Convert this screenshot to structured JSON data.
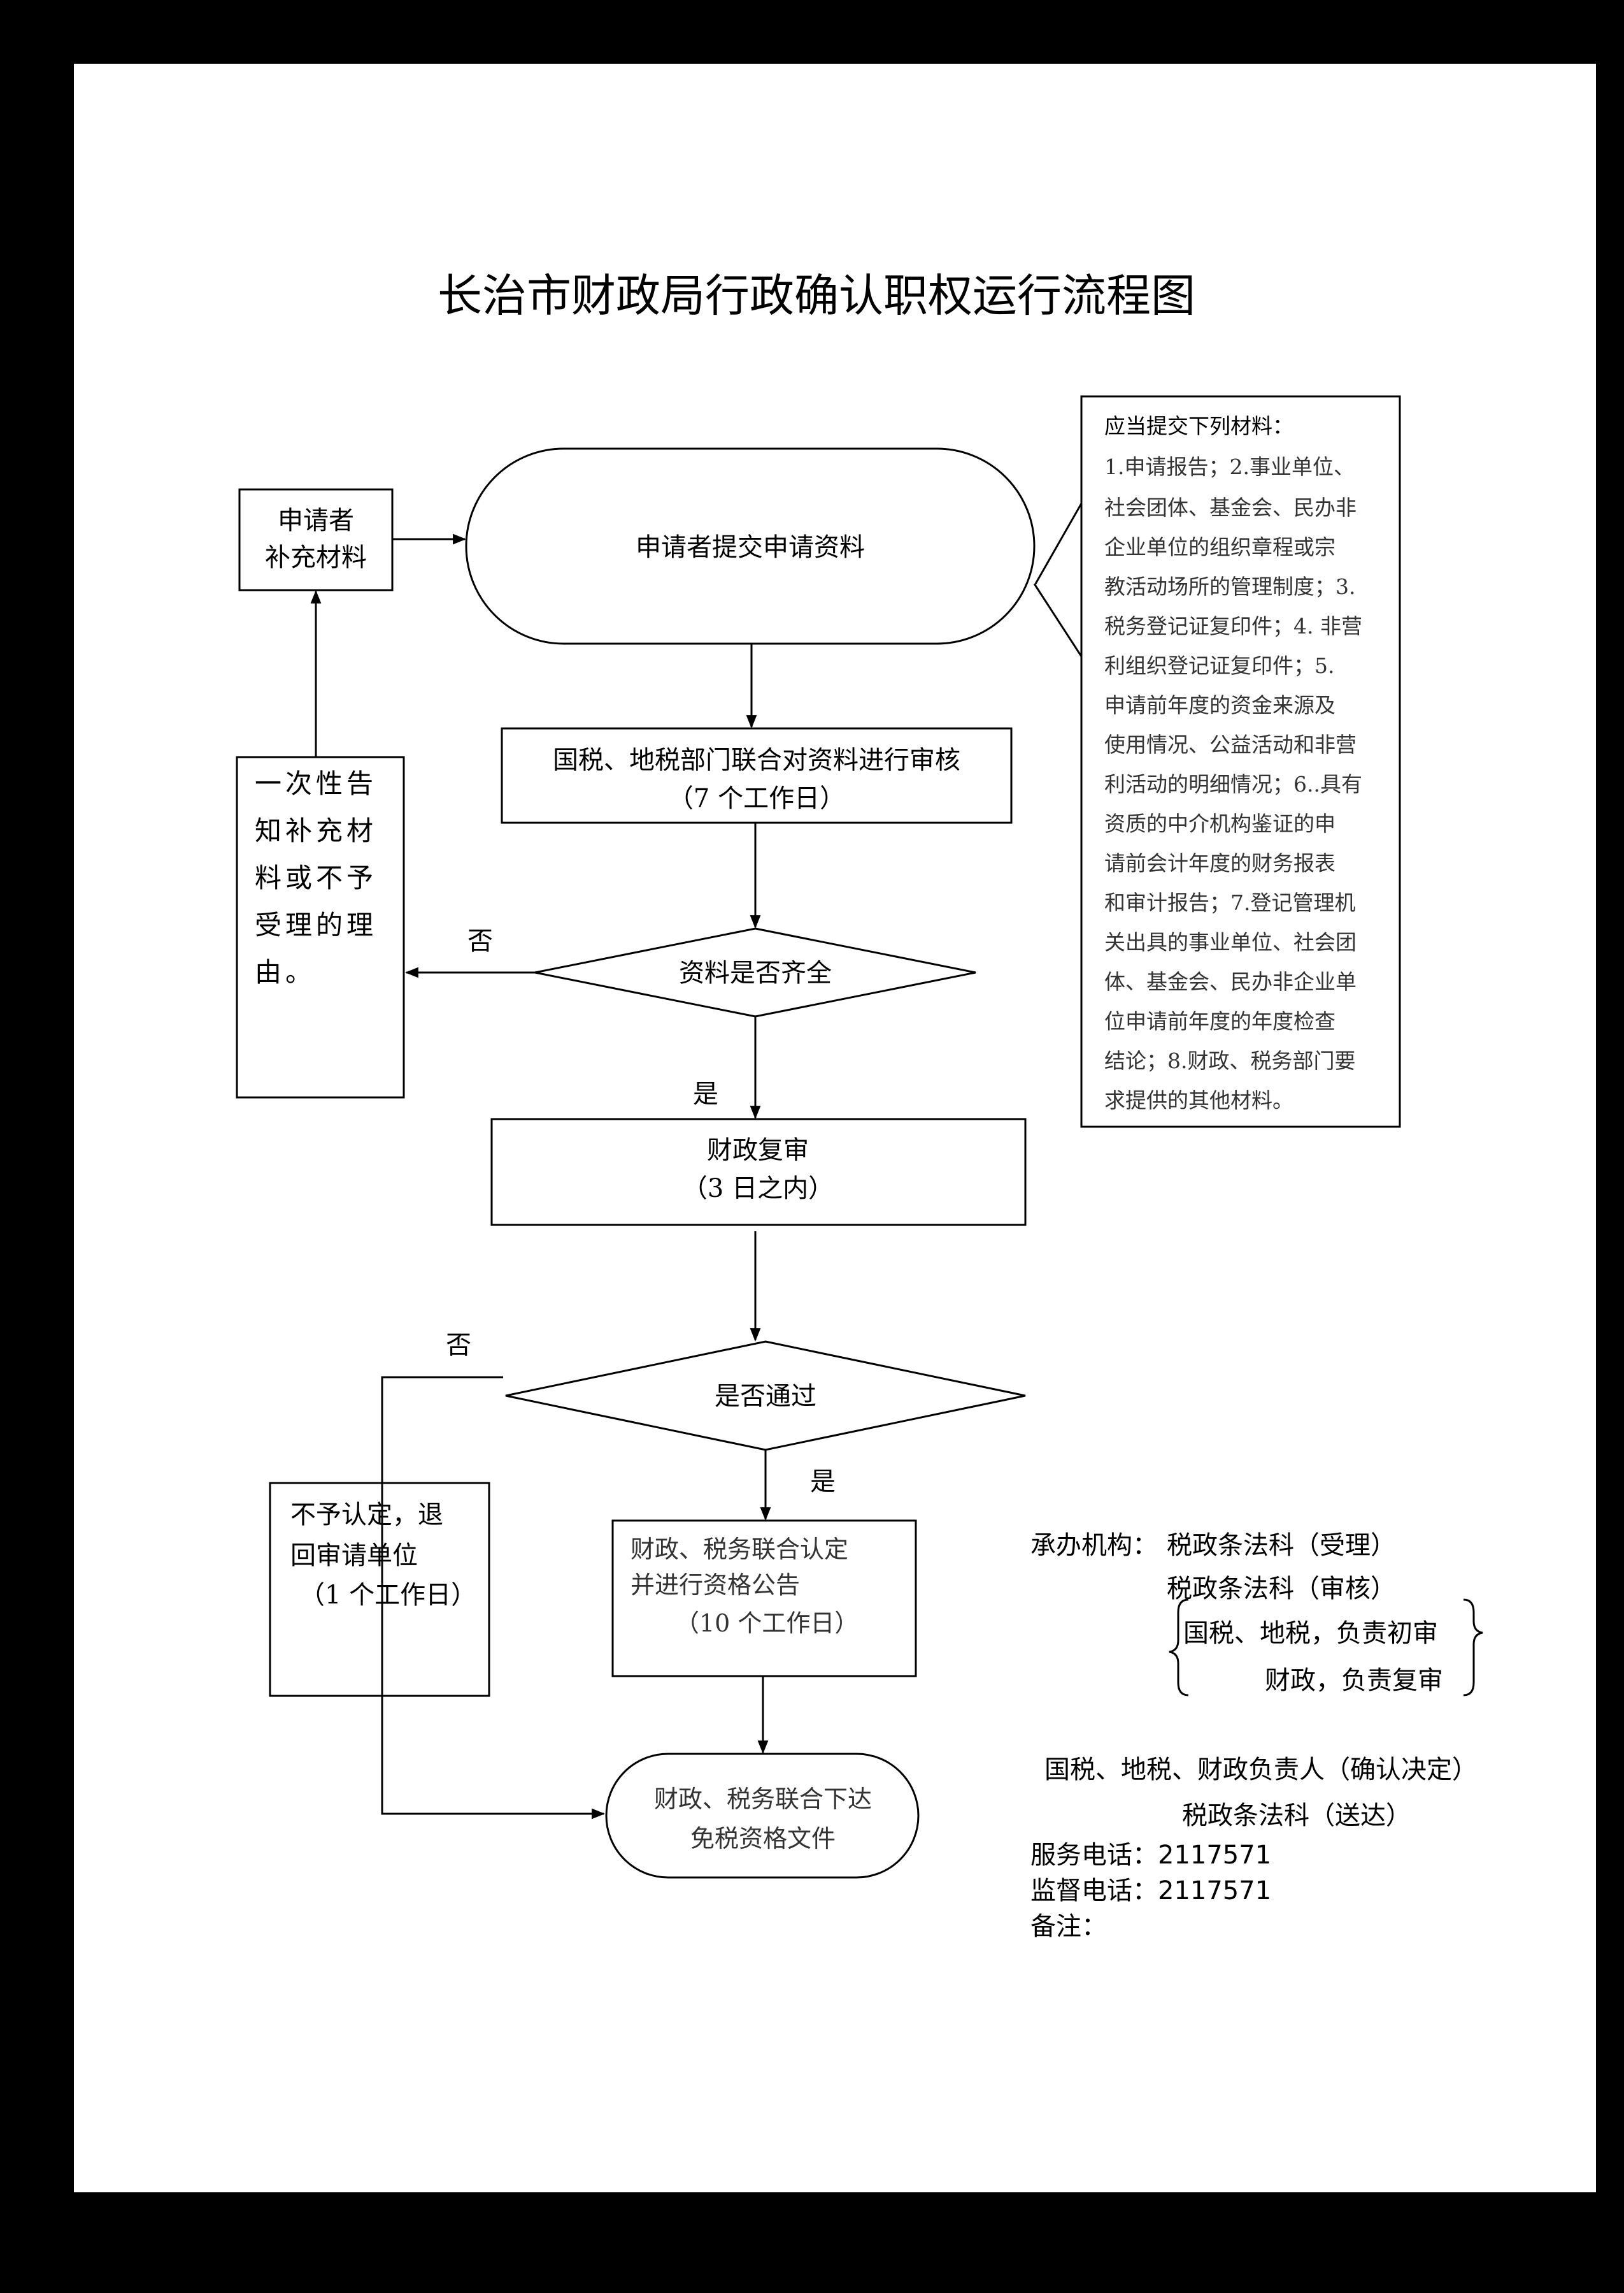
{
  "title": "长治市财政局行政确认职权运行流程图",
  "nodes": {
    "supplement": [
      "申请者",
      "补充材料"
    ],
    "submit": "申请者提交申请资料",
    "review": [
      "国税、地税部门联合对资料进行审核",
      "（7 个工作日）"
    ],
    "complete_q": "资料是否齐全",
    "notify": [
      "一次性告",
      "知补充材",
      "料或不予",
      "受理的理",
      "由。"
    ],
    "finance_review": [
      "财政复审",
      "（3 日之内）"
    ],
    "pass_q": "是否通过",
    "reject": [
      "不予认定，退",
      "回审请单位",
      "（1 个工作日）"
    ],
    "joint_confirm": [
      "财政、税务联合认定",
      "并进行资格公告",
      "（10 个工作日）"
    ],
    "issue": [
      "财政、税务联合下达",
      "免税资格文件"
    ]
  },
  "edge_labels": {
    "no_1": "否",
    "yes_1": "是",
    "no_2": "否",
    "yes_2": "是"
  },
  "materials_note": [
    "应当提交下列材料：",
    "1.申请报告；2.事业单位、",
    "社会团体、基金会、民办非",
    "企业单位的组织章程或宗",
    "教活动场所的管理制度；3.",
    "税务登记证复印件；4. 非营",
    "利组织登记证复印件；5.",
    "申请前年度的资金来源及",
    "使用情况、公益活动和非营",
    "利活动的明细情况；6..具有",
    "资质的中介机构鉴证的申",
    "请前会计年度的财务报表",
    "和审计报告；7.登记管理机",
    "关出具的事业单位、社会团",
    "体、基金会、民办非企业单",
    "位申请前年度的年度检查",
    "结论；8.财政、税务部门要",
    "求提供的其他材料。"
  ],
  "info": {
    "org_label": "承办机构：",
    "org_accept": "税政条法科（受理）",
    "org_review": "税政条法科（审核）",
    "brace_line_1": "国税、地税，负责初审",
    "brace_line_2": "财政，负责复审",
    "decision": "国税、地税、财政负责人（确认决定）",
    "deliver": "税政条法科（送达）",
    "service_phone": "服务电话：2117571",
    "supervise_phone": "监督电话：2117571",
    "remarks": "备注："
  }
}
